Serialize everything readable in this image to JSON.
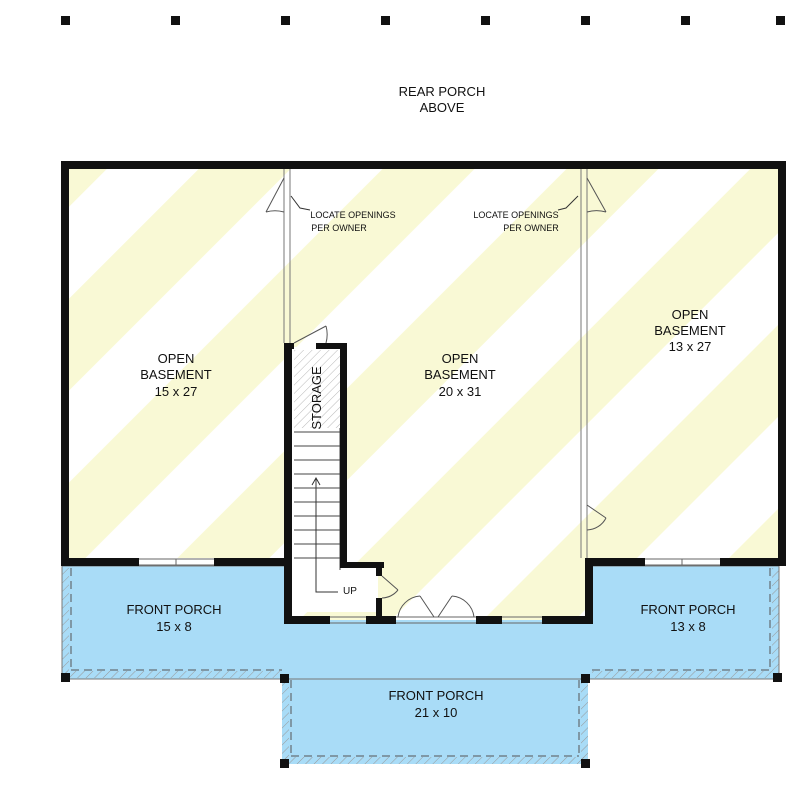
{
  "rear_porch": {
    "line1": "REAR PORCH",
    "line2": "ABOVE"
  },
  "rooms": {
    "basement_left": {
      "line1": "OPEN",
      "line2": "BASEMENT",
      "size": "15 x 27"
    },
    "basement_center": {
      "line1": "OPEN",
      "line2": "BASEMENT",
      "size": "20 x 31"
    },
    "basement_right": {
      "line1": "OPEN",
      "line2": "BASEMENT",
      "size": "13 x 27"
    },
    "storage": "STORAGE"
  },
  "stairs": {
    "label": "UP"
  },
  "notes": {
    "left": {
      "line1": "LOCATE OPENINGS",
      "line2": "PER OWNER"
    },
    "right": {
      "line1": "LOCATE OPENINGS",
      "line2": "PER OWNER"
    }
  },
  "porches": {
    "left": {
      "name": "FRONT PORCH",
      "size": "15 x 8"
    },
    "right": {
      "name": "FRONT PORCH",
      "size": "13 x 8"
    },
    "center": {
      "name": "FRONT PORCH",
      "size": "21 x 10"
    }
  },
  "colors": {
    "porch_fill": "#a9dcf7",
    "basement_stripe": "#f9f9d5",
    "wall": "#111111"
  }
}
